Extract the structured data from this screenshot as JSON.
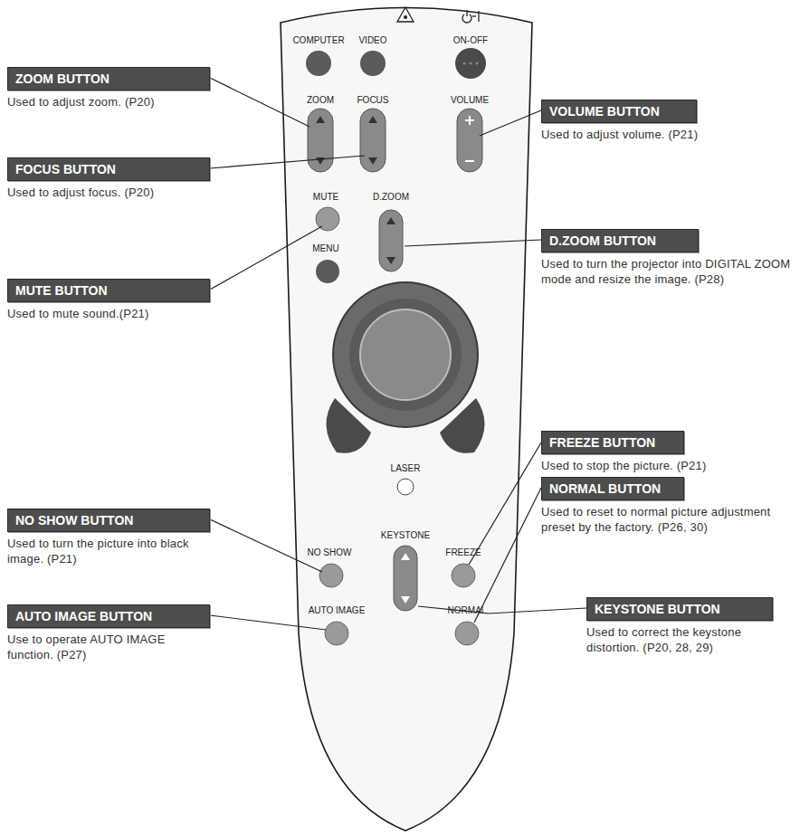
{
  "diagram": {
    "nodes": [
      {
        "text": [
          "ZOOM BUTTON",
          "Used to adjust zoom. (P20)"
        ]
      },
      {
        "text": [
          "VOLUME BUTTON",
          "Used to adjust volume. (P21)"
        ]
      },
      {
        "text": [
          "FOCUS BUTTON",
          "Used to adjust focus. (P20)"
        ]
      },
      {
        "text": [
          "D.ZOOM BUTTON",
          "Used to turn the projector into DIGITAL ZOOM mode and resize the image. (P28)"
        ]
      },
      {
        "text": [
          "MUTE BUTTON",
          "Used to mute sound.(P21)"
        ]
      },
      {
        "text": [
          "FREEZE BUTTON",
          "Used to stop the picture. (P21)"
        ]
      },
      {
        "text": [
          "NO SHOW BUTTON",
          "Used to turn the picture into black image. (P21)"
        ]
      },
      {
        "text": [
          "NORMAL BUTTON",
          "Used to reset to normal picture adjustment preset by the factory. (P26, 30)"
        ]
      },
      {
        "text": [
          "AUTO IMAGE BUTTON",
          "Use to operate AUTO IMAGE function. (P27)"
        ]
      },
      {
        "text": [
          "KEYSTONE BUTTON",
          "Used to correct the keystone distortion. (P20, 28, 29)"
        ]
      }
    ],
    "labels": [
      "COMPUTER",
      "VIDEO",
      "ON-OFF",
      "ZOOM",
      "FOCUS",
      "VOLUME",
      "MUTE",
      "D.ZOOM",
      "MENU",
      "LASER",
      "KEYSTONE",
      "NO SHOW",
      "FREEZE",
      "AUTO IMAGE",
      "NORMAL"
    ]
  }
}
